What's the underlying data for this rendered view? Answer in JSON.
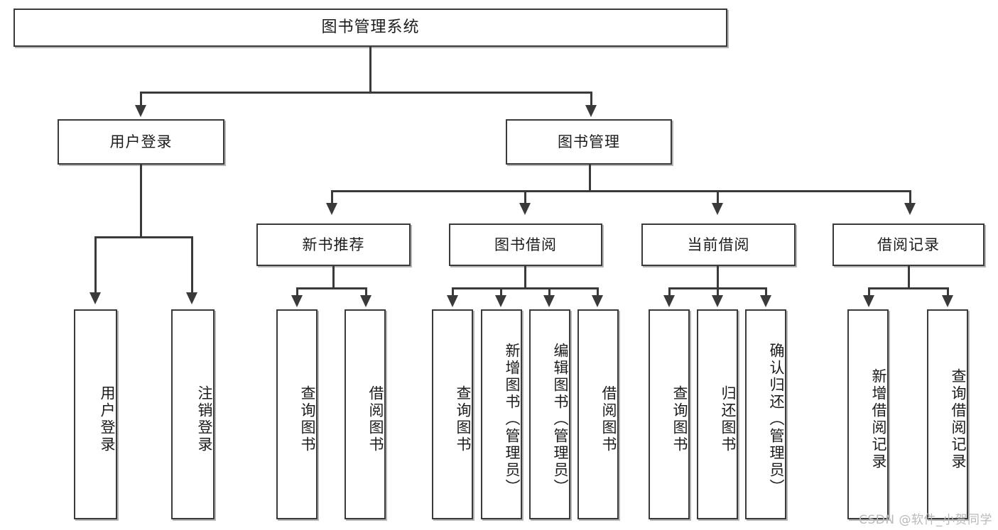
{
  "diagram": {
    "title": "图书管理系统",
    "type": "tree",
    "watermark": "CSDN @软件_小贺同学",
    "accent_color": "#3a3a3a",
    "background_color": "#ffffff",
    "root": {
      "label": "图书管理系统",
      "children": [
        {
          "label": "用户登录",
          "children": [
            {
              "label": "用户登录"
            },
            {
              "label": "注销登录"
            }
          ]
        },
        {
          "label": "图书管理",
          "children": [
            {
              "label": "新书推荐",
              "children": [
                {
                  "label": "查询图书"
                },
                {
                  "label": "借阅图书"
                }
              ]
            },
            {
              "label": "图书借阅",
              "children": [
                {
                  "label": "查询图书"
                },
                {
                  "label": "新增图书（管理员）"
                },
                {
                  "label": "编辑图书（管理员）"
                },
                {
                  "label": "借阅图书"
                }
              ]
            },
            {
              "label": "当前借阅",
              "children": [
                {
                  "label": "查询图书"
                },
                {
                  "label": "归还图书"
                },
                {
                  "label": "确认归还（管理员）"
                }
              ]
            },
            {
              "label": "借阅记录",
              "children": [
                {
                  "label": "新增借阅记录"
                },
                {
                  "label": "查询借阅记录"
                }
              ]
            }
          ]
        }
      ]
    },
    "nodes": {
      "root": "图书管理系统",
      "user_login": "用户登录",
      "book_manage": "图书管理",
      "new_book_rec": "新书推荐",
      "book_borrow": "图书借阅",
      "current_borrow": "当前借阅",
      "borrow_record": "借阅记录",
      "leaf_user_login": "用户登录",
      "leaf_logout": "注销登录",
      "leaf_rec_query": "查询图书",
      "leaf_rec_borrow": "借阅图书",
      "leaf_borrow_query": "查询图书",
      "leaf_borrow_add": "新增图书（管理员）",
      "leaf_borrow_edit": "编辑图书（管理员）",
      "leaf_borrow_borrow": "借阅图书",
      "leaf_cur_query": "查询图书",
      "leaf_cur_return": "归还图书",
      "leaf_cur_confirm": "确认归还（管理员）",
      "leaf_rec_add": "新增借阅记录",
      "leaf_rec_query2": "查询借阅记录"
    }
  }
}
